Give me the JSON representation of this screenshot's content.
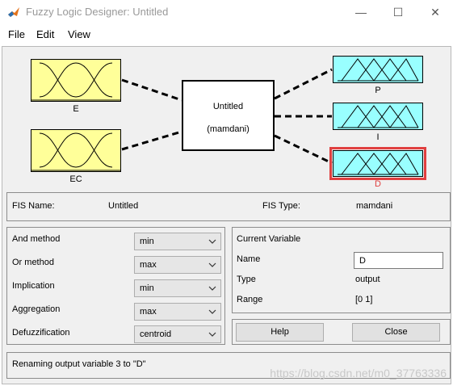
{
  "window": {
    "title": "Fuzzy Logic Designer: Untitled",
    "min_glyph": "—",
    "max_glyph": "☐",
    "close_glyph": "✕"
  },
  "menu": {
    "items": [
      "File",
      "Edit",
      "View"
    ]
  },
  "diagram": {
    "inputs": [
      {
        "name": "E"
      },
      {
        "name": "EC"
      }
    ],
    "fis": {
      "name": "Untitled",
      "type": "(mamdani)"
    },
    "outputs": [
      {
        "name": "P"
      },
      {
        "name": "I"
      },
      {
        "name": "D",
        "selected": true
      }
    ],
    "colors": {
      "input_fill": "#ffff99",
      "output_fill": "#99ffff",
      "selected_outline": "#e04040"
    }
  },
  "fis_info": {
    "name_label": "FIS Name:",
    "name_value": "Untitled",
    "type_label": "FIS Type:",
    "type_value": "mamdani"
  },
  "methods": [
    {
      "label": "And method",
      "value": "min"
    },
    {
      "label": "Or method",
      "value": "max"
    },
    {
      "label": "Implication",
      "value": "min"
    },
    {
      "label": "Aggregation",
      "value": "max"
    },
    {
      "label": "Defuzzification",
      "value": "centroid"
    }
  ],
  "current_variable": {
    "title": "Current Variable",
    "name_label": "Name",
    "name_value": "D",
    "type_label": "Type",
    "type_value": "output",
    "range_label": "Range",
    "range_value": "[0 1]"
  },
  "buttons": {
    "help": "Help",
    "close": "Close"
  },
  "status": {
    "text": "Renaming output variable 3 to \"D\""
  },
  "watermark": "https://blog.csdn.net/m0_37763336"
}
